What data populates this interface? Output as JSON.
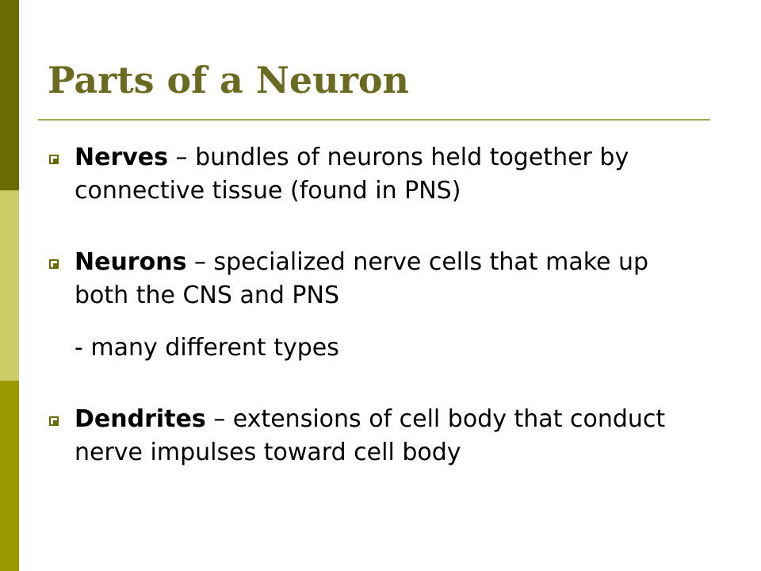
{
  "slide": {
    "title": "Parts of a Neuron",
    "colors": {
      "title": "#6b6b1f",
      "rule": "#a8a850",
      "bar_top": "#6b6b00",
      "bar_middle": "#cccc66",
      "bar_bottom": "#999900"
    },
    "bullets": [
      {
        "term": "Nerves",
        "text": " – bundles of neurons held together by connective tissue (found in PNS)"
      },
      {
        "term": "Neurons",
        "text": " – specialized nerve cells that make up both the CNS and PNS",
        "subline": "- many different types"
      },
      {
        "term": "Dendrites",
        "text": " – extensions of cell body that conduct nerve impulses toward cell body"
      }
    ]
  }
}
